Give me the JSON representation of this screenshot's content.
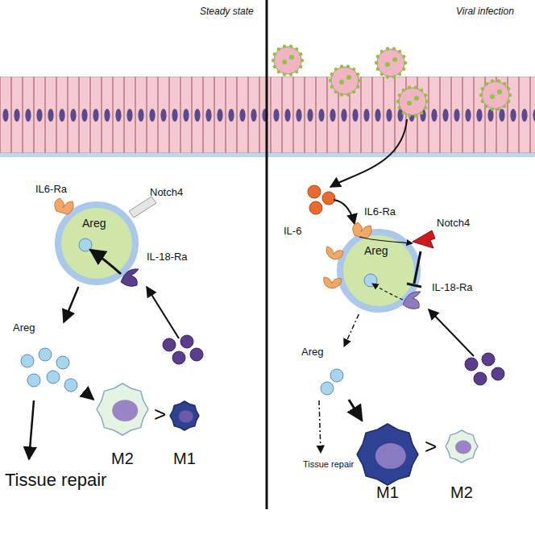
{
  "diagram": {
    "nodes": [
      {
        "text": [
          "Areg"
        ]
      },
      {
        "text": [
          "Areg"
        ]
      },
      {
        "text": [
          "M2"
        ]
      },
      {
        "text": [
          "M1"
        ]
      },
      {
        "text": [
          "Areg"
        ]
      },
      {
        "text": [
          "Areg"
        ]
      },
      {
        "text": [
          "M1"
        ]
      },
      {
        "text": [
          "M2"
        ]
      }
    ],
    "edges": [
      {
        "from": 0,
        "to": 1,
        "arrow": "to"
      },
      {
        "from": 1,
        "to": 2,
        "arrow": "to"
      },
      {
        "from": 4,
        "to": 5,
        "arrow": "to"
      },
      {
        "from": 5,
        "to": 6,
        "arrow": "to"
      }
    ],
    "labels": [
      "Steady state",
      "IL6-Ra",
      "Notch4",
      "IL-18-Ra",
      "Tissue repair",
      ">",
      "Viral infection",
      "IL-6",
      "IL6-Ra",
      "Notch4",
      "IL-18-Ra",
      "Tissue repair",
      ">"
    ]
  }
}
